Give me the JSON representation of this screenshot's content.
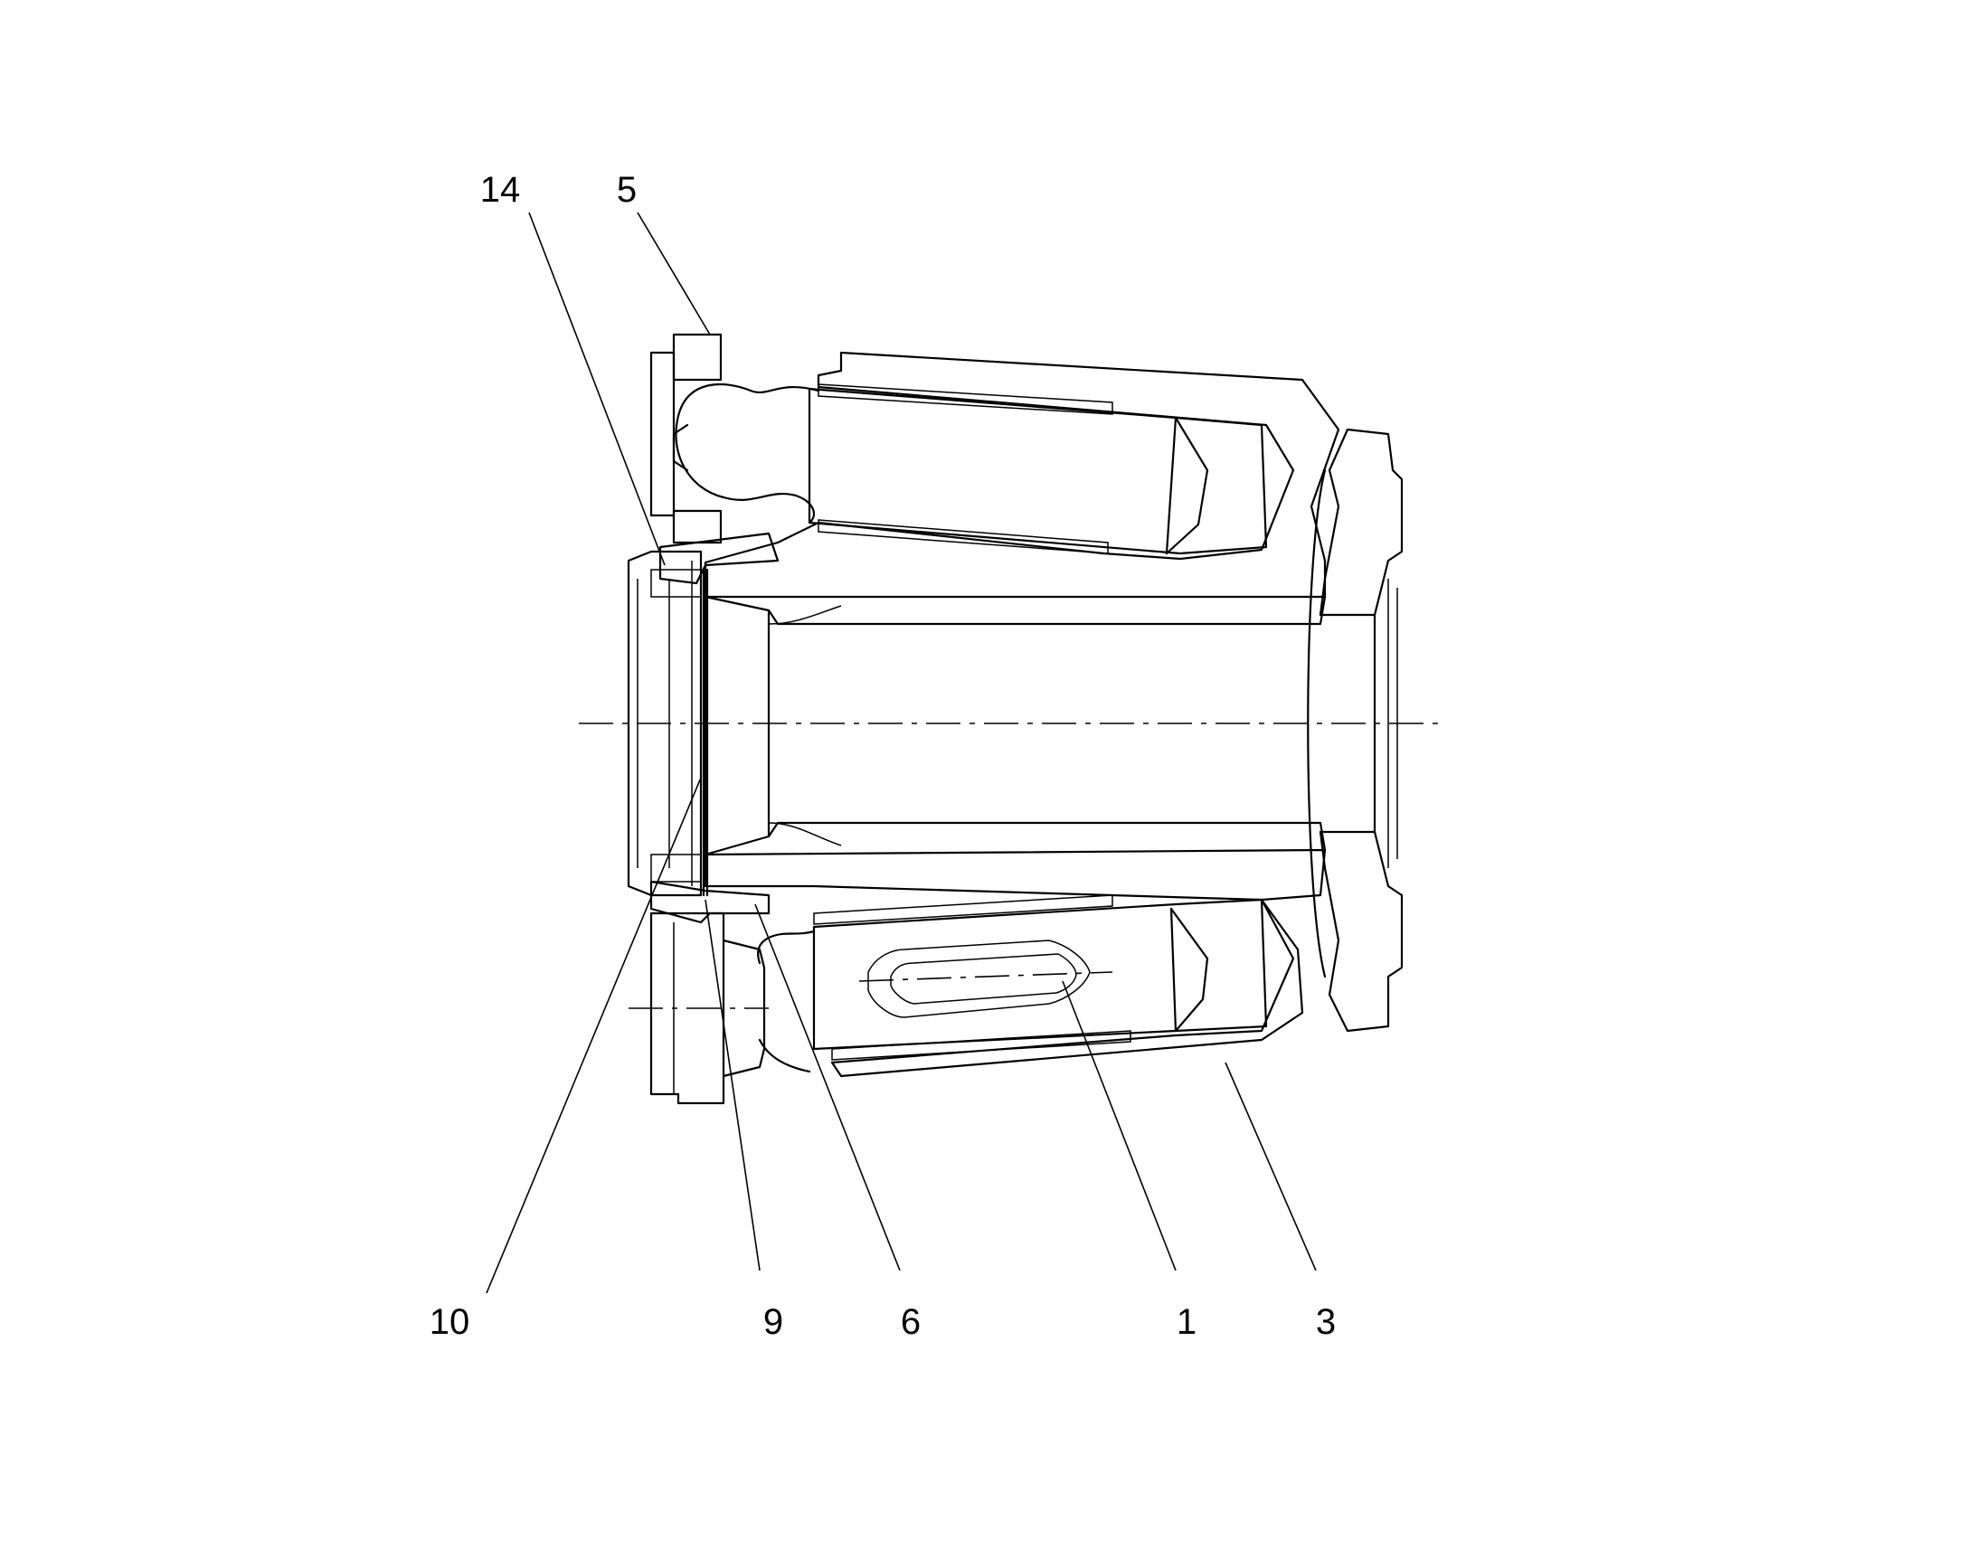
{
  "callouts": [
    {
      "id": "c14",
      "text": "14"
    },
    {
      "id": "c5",
      "text": "5"
    },
    {
      "id": "c10",
      "text": "10"
    },
    {
      "id": "c9",
      "text": "9"
    },
    {
      "id": "c6",
      "text": "6"
    },
    {
      "id": "c1",
      "text": "1"
    },
    {
      "id": "c3",
      "text": "3"
    }
  ],
  "colors": {
    "line": "#000000",
    "background": "#ffffff"
  }
}
